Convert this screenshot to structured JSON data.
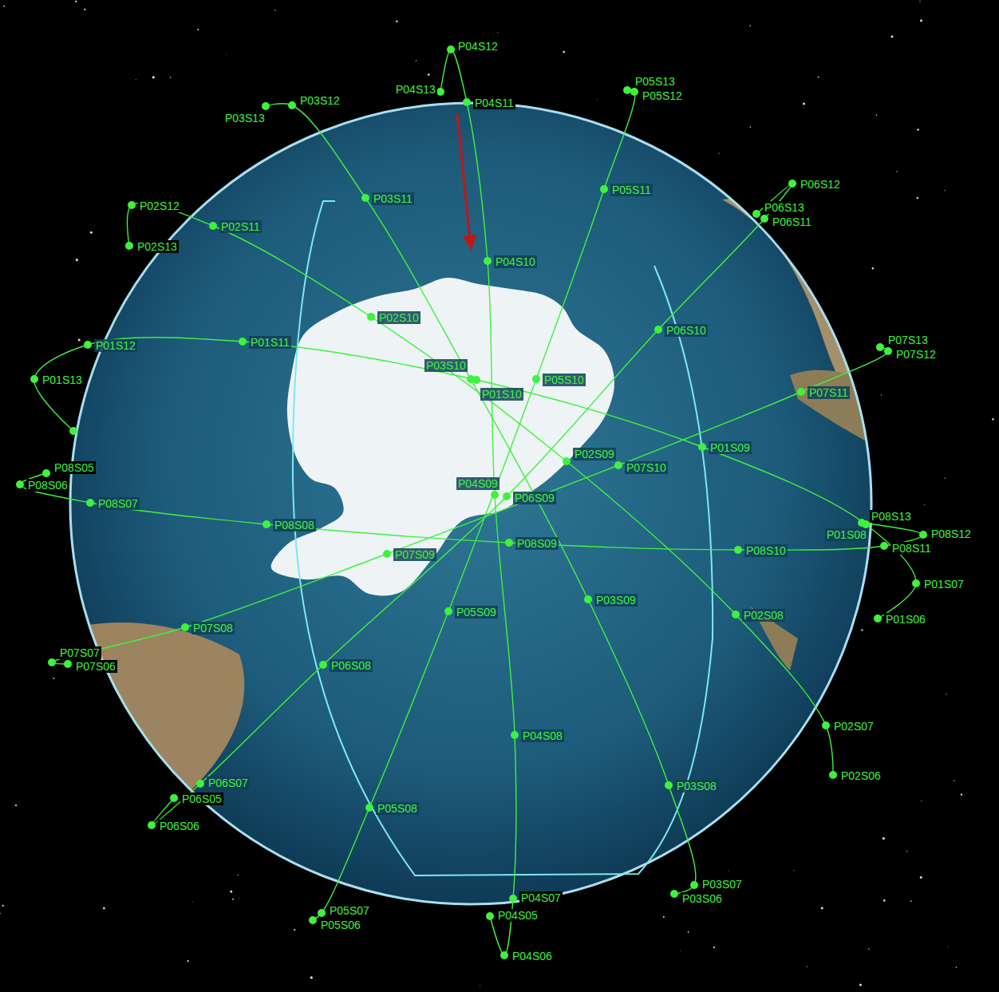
{
  "diagram": {
    "labels": [
      "P04S12",
      "P04S13",
      "P04S11",
      "P03S13",
      "P03S12",
      "P05S13",
      "P05S12",
      "P03S11",
      "P05S11",
      "P06S12",
      "P06S13",
      "P06S11",
      "P02S12",
      "P02S11",
      "P02S13",
      "P04S10",
      "P02S10",
      "P06S10",
      "P01S11",
      "P01S12",
      "P07S13",
      "P07S12",
      "P01S13",
      "P03S10",
      "P01S10",
      "P05S10",
      "P07S11",
      "P01S09",
      "P02S09",
      "P07S10",
      "P08S13",
      "P01S08",
      "P08S12",
      "P08S11",
      "P01S07",
      "P01S06",
      "P08S05",
      "P08S06",
      "P08S07",
      "P08S08",
      "P04S09",
      "P06S09",
      "P08S09",
      "P07S09",
      "P08S10",
      "P03S09",
      "P05S09",
      "P02S08",
      "P07S08",
      "P07S07",
      "P07S06",
      "P06S08",
      "P02S07",
      "P04S08",
      "P02S06",
      "P06S07",
      "P03S08",
      "P06S05",
      "P05S08",
      "P06S06",
      "P03S07",
      "P03S06",
      "P04S07",
      "P05S07",
      "P05S06",
      "P04S05",
      "P04S06"
    ]
  }
}
